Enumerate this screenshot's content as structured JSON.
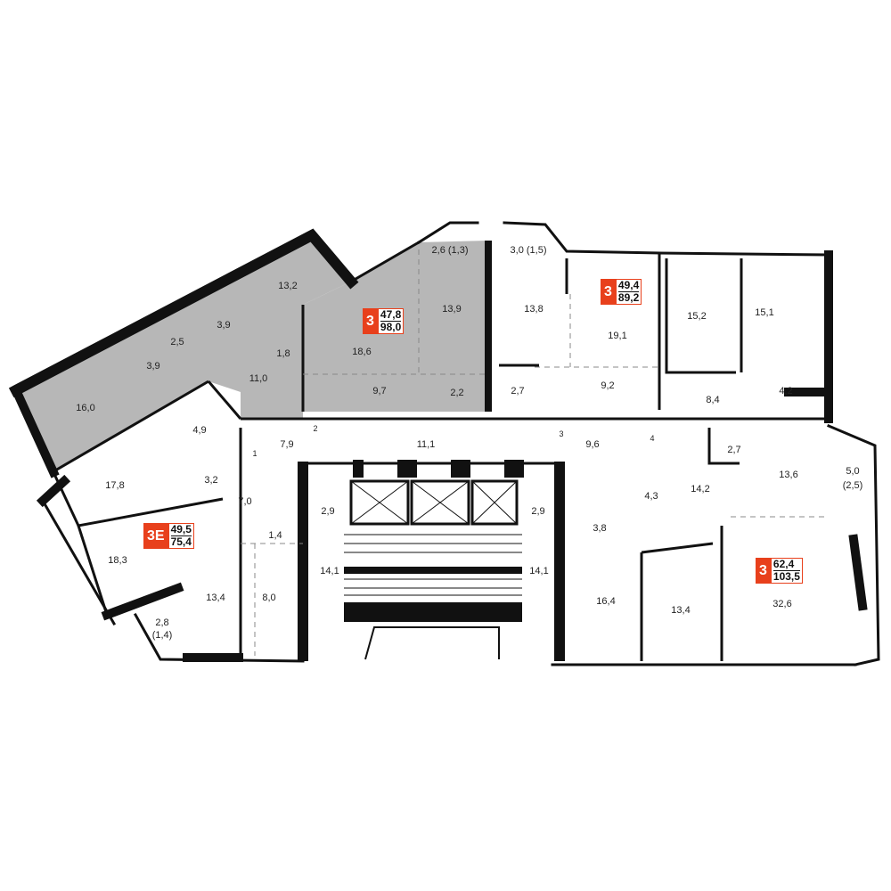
{
  "colors": {
    "wall": "#111111",
    "highlight_fill": "#b7b7b7",
    "badge_accent": "#e8401c",
    "background": "#ffffff"
  },
  "apartments": [
    {
      "id": "apt-highlight-left",
      "rooms": "",
      "living": "",
      "total": ""
    },
    {
      "id": "apt-highlight-center",
      "rooms": "3",
      "living": "47,8",
      "total": "98,0"
    },
    {
      "id": "apt-top-right",
      "rooms": "3",
      "living": "49,4",
      "total": "89,2"
    },
    {
      "id": "apt-left",
      "rooms": "3Е",
      "living": "49,5",
      "total": "75,4"
    },
    {
      "id": "apt-right",
      "rooms": "3",
      "living": "62,4",
      "total": "103,5"
    }
  ],
  "room_labels": [
    "13,2",
    "3,9",
    "2,5",
    "1,8",
    "3,9",
    "11,0",
    "16,0",
    "18,6",
    "13,9",
    "9,7",
    "2,2",
    "2,6 (1,3)",
    "3,0 (1,5)",
    "13,8",
    "2,7",
    "19,1",
    "9,2",
    "15,2",
    "15,1",
    "8,4",
    "4,2",
    "4,9",
    "7,9",
    "3,2",
    "17,8",
    "7,0",
    "18,3",
    "1,4",
    "13,4",
    "8,0",
    "2,8",
    "(1,4)",
    "11,1",
    "2,9",
    "2,9",
    "14,1",
    "14,1",
    "9,6",
    "2,7",
    "13,6",
    "5,0",
    "(2,5)",
    "4,3",
    "14,2",
    "3,8",
    "16,4",
    "13,4",
    "32,6",
    "1",
    "2",
    "3",
    "4"
  ]
}
